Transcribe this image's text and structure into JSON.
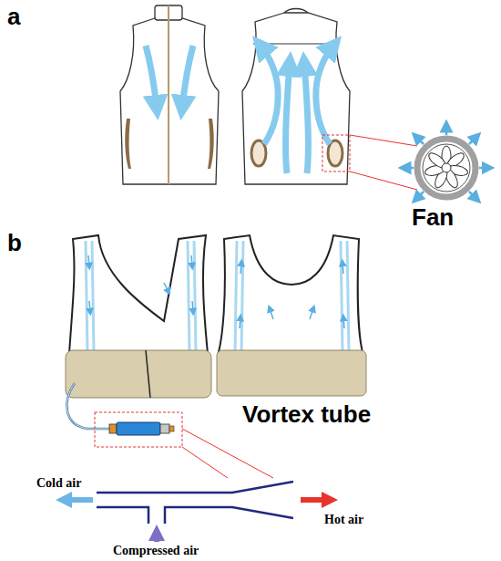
{
  "diagram": {
    "labels": [
      "a",
      "Fan",
      "b",
      "Vortex tube",
      "Cold air",
      "Hot air",
      "Compressed air"
    ]
  }
}
